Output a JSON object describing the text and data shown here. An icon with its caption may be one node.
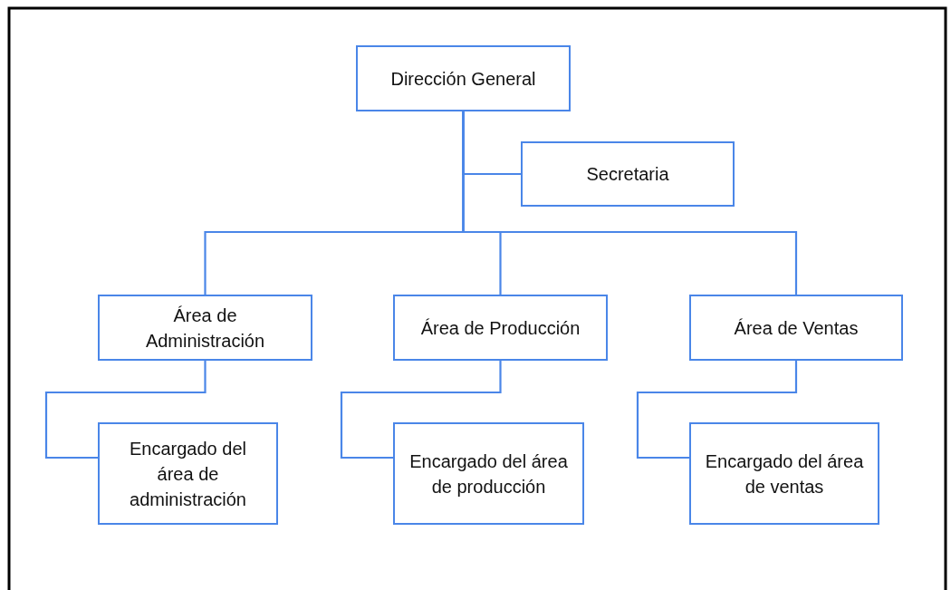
{
  "diagram": {
    "nodes": [
      {
        "text": [
          "Dirección General"
        ]
      },
      {
        "text": [
          "Secretaria"
        ]
      },
      {
        "text": [
          "Área de Administración"
        ]
      },
      {
        "text": [
          "Área de Producción"
        ]
      },
      {
        "text": [
          "Área de Ventas"
        ]
      },
      {
        "text": [
          "Encargado del área de administración"
        ]
      },
      {
        "text": [
          "Encargado del área de producción"
        ]
      },
      {
        "text": [
          "Encargado del área de ventas"
        ]
      }
    ],
    "edges": [
      {
        "from": 0,
        "to": 1,
        "arrow": "none"
      },
      {
        "from": 0,
        "to": 2,
        "arrow": "none"
      },
      {
        "from": 0,
        "to": 3,
        "arrow": "none"
      },
      {
        "from": 0,
        "to": 4,
        "arrow": "none"
      },
      {
        "from": 2,
        "to": 5,
        "arrow": "none"
      },
      {
        "from": 3,
        "to": 6,
        "arrow": "none"
      },
      {
        "from": 4,
        "to": 7,
        "arrow": "none"
      }
    ]
  }
}
